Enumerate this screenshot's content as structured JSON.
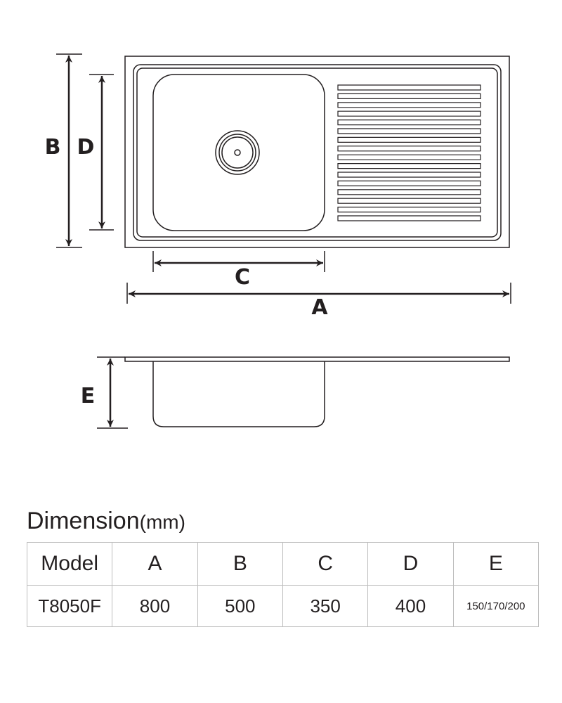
{
  "diagram": {
    "labels": {
      "A": "A",
      "B": "B",
      "C": "C",
      "D": "D",
      "E": "E"
    }
  },
  "title": {
    "main": "Dimension",
    "unit": "(mm)"
  },
  "table": {
    "headers": [
      "Model",
      "A",
      "B",
      "C",
      "D",
      "E"
    ],
    "rows": [
      [
        "T8050F",
        "800",
        "500",
        "350",
        "400",
        "150/170/200"
      ]
    ]
  },
  "colors": {
    "line": "#231f20",
    "table_border": "#bdbdbd"
  }
}
